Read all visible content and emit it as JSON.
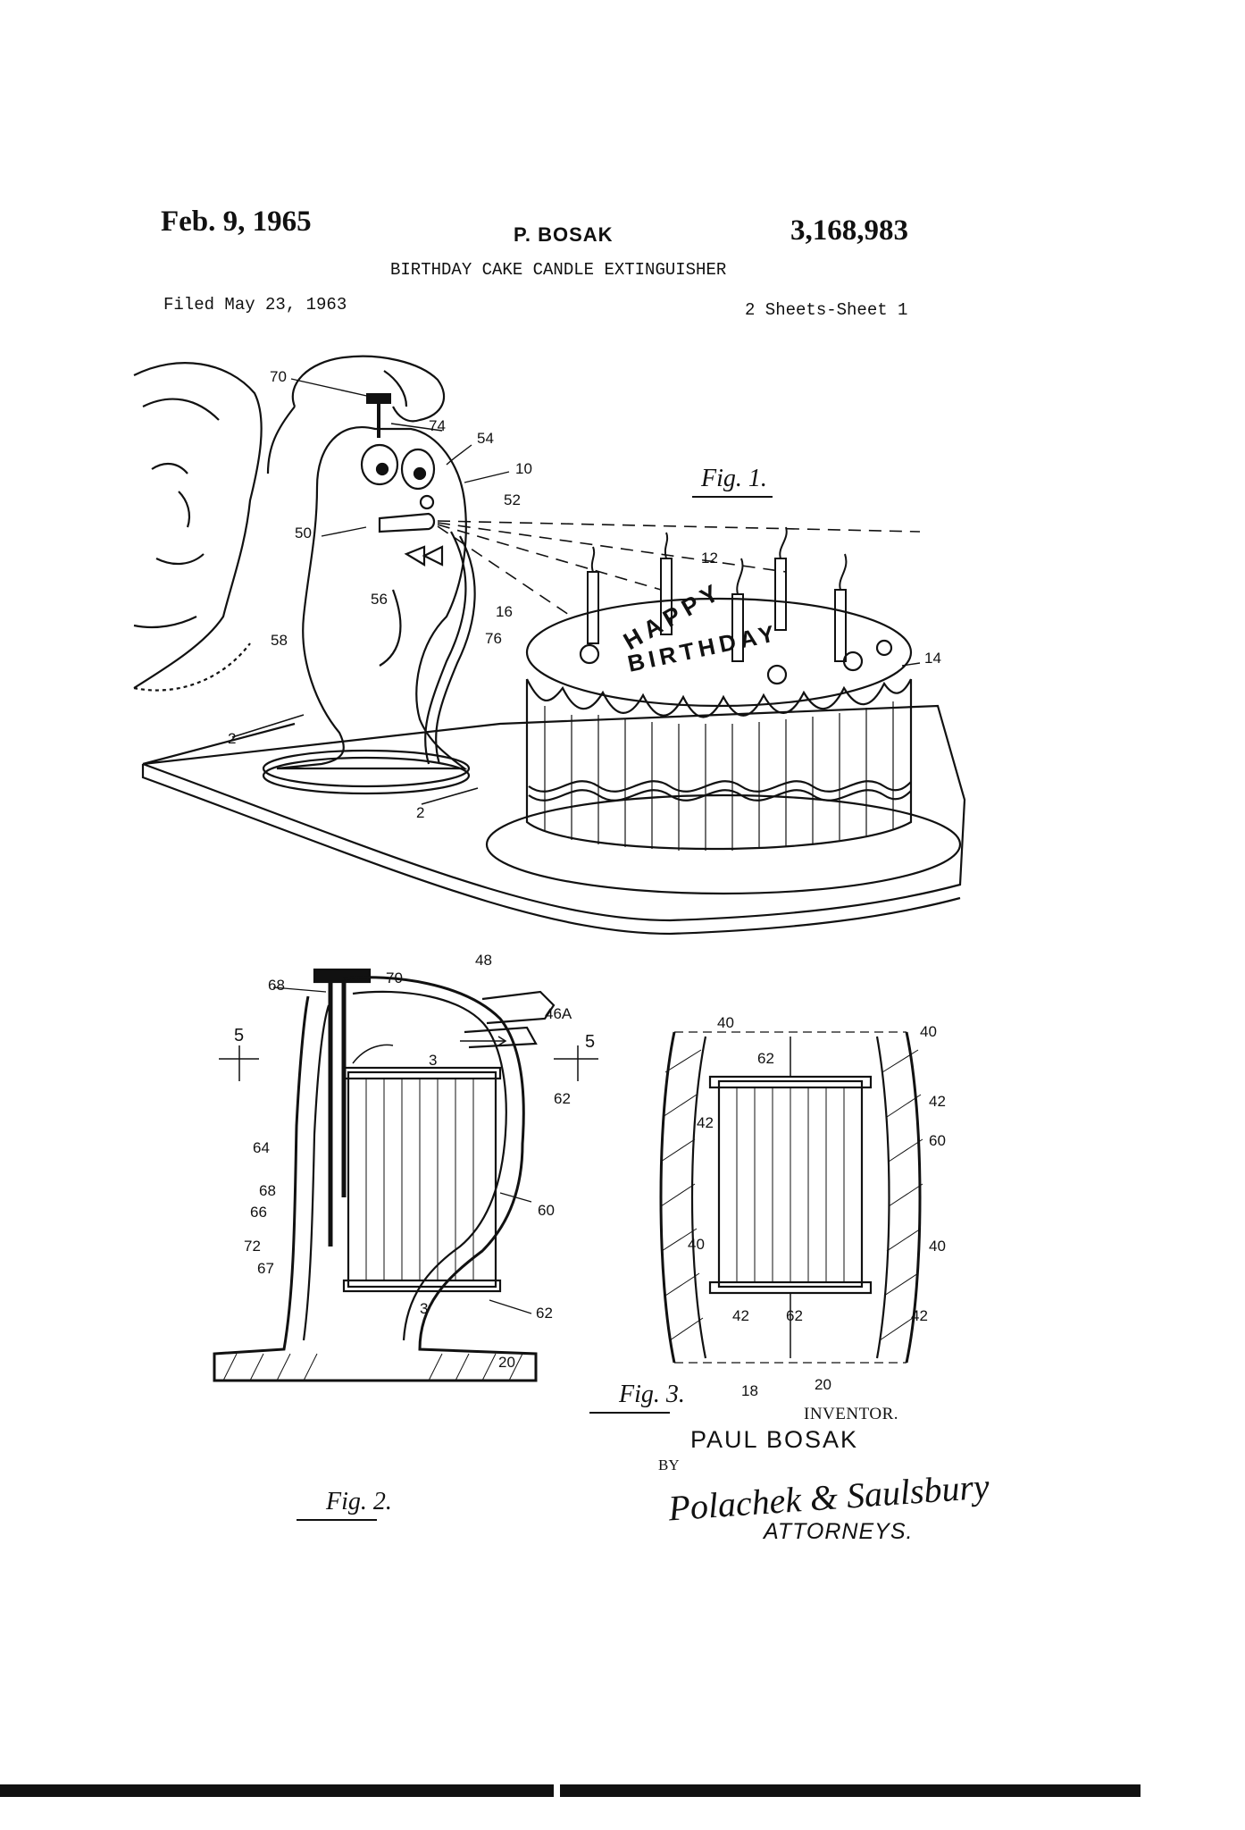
{
  "header": {
    "date": "Feb. 9, 1965",
    "inventor_short": "P. BOSAK",
    "patent_number": "3,168,983",
    "title": "BIRTHDAY CAKE CANDLE EXTINGUISHER",
    "filed": "Filed May 23, 1963",
    "sheets": "2 Sheets-Sheet 1"
  },
  "figures": {
    "fig1": {
      "label": "Fig. 1.",
      "cake_text_1": "HAPPY",
      "cake_text_2": "BIRTHDAY",
      "refs": [
        "70",
        "74",
        "54",
        "10",
        "52",
        "50",
        "12",
        "56",
        "16",
        "58",
        "76",
        "14",
        "2",
        "2"
      ]
    },
    "fig2": {
      "label": "Fig. 2.",
      "refs": [
        "68",
        "70",
        "48",
        "46A",
        "5",
        "5",
        "3",
        "62",
        "64",
        "68",
        "66",
        "72",
        "67",
        "60",
        "3",
        "62",
        "20"
      ]
    },
    "fig3": {
      "label": "Fig. 3.",
      "refs": [
        "40",
        "62",
        "40",
        "42",
        "42",
        "60",
        "40",
        "40",
        "42",
        "62",
        "42",
        "18",
        "20"
      ]
    }
  },
  "footer": {
    "inventor_label": "INVENTOR.",
    "inventor_name": "PAUL BOSAK",
    "by": "BY",
    "signature": "Polachek & Saulsbury",
    "attorneys": "ATTORNEYS."
  }
}
